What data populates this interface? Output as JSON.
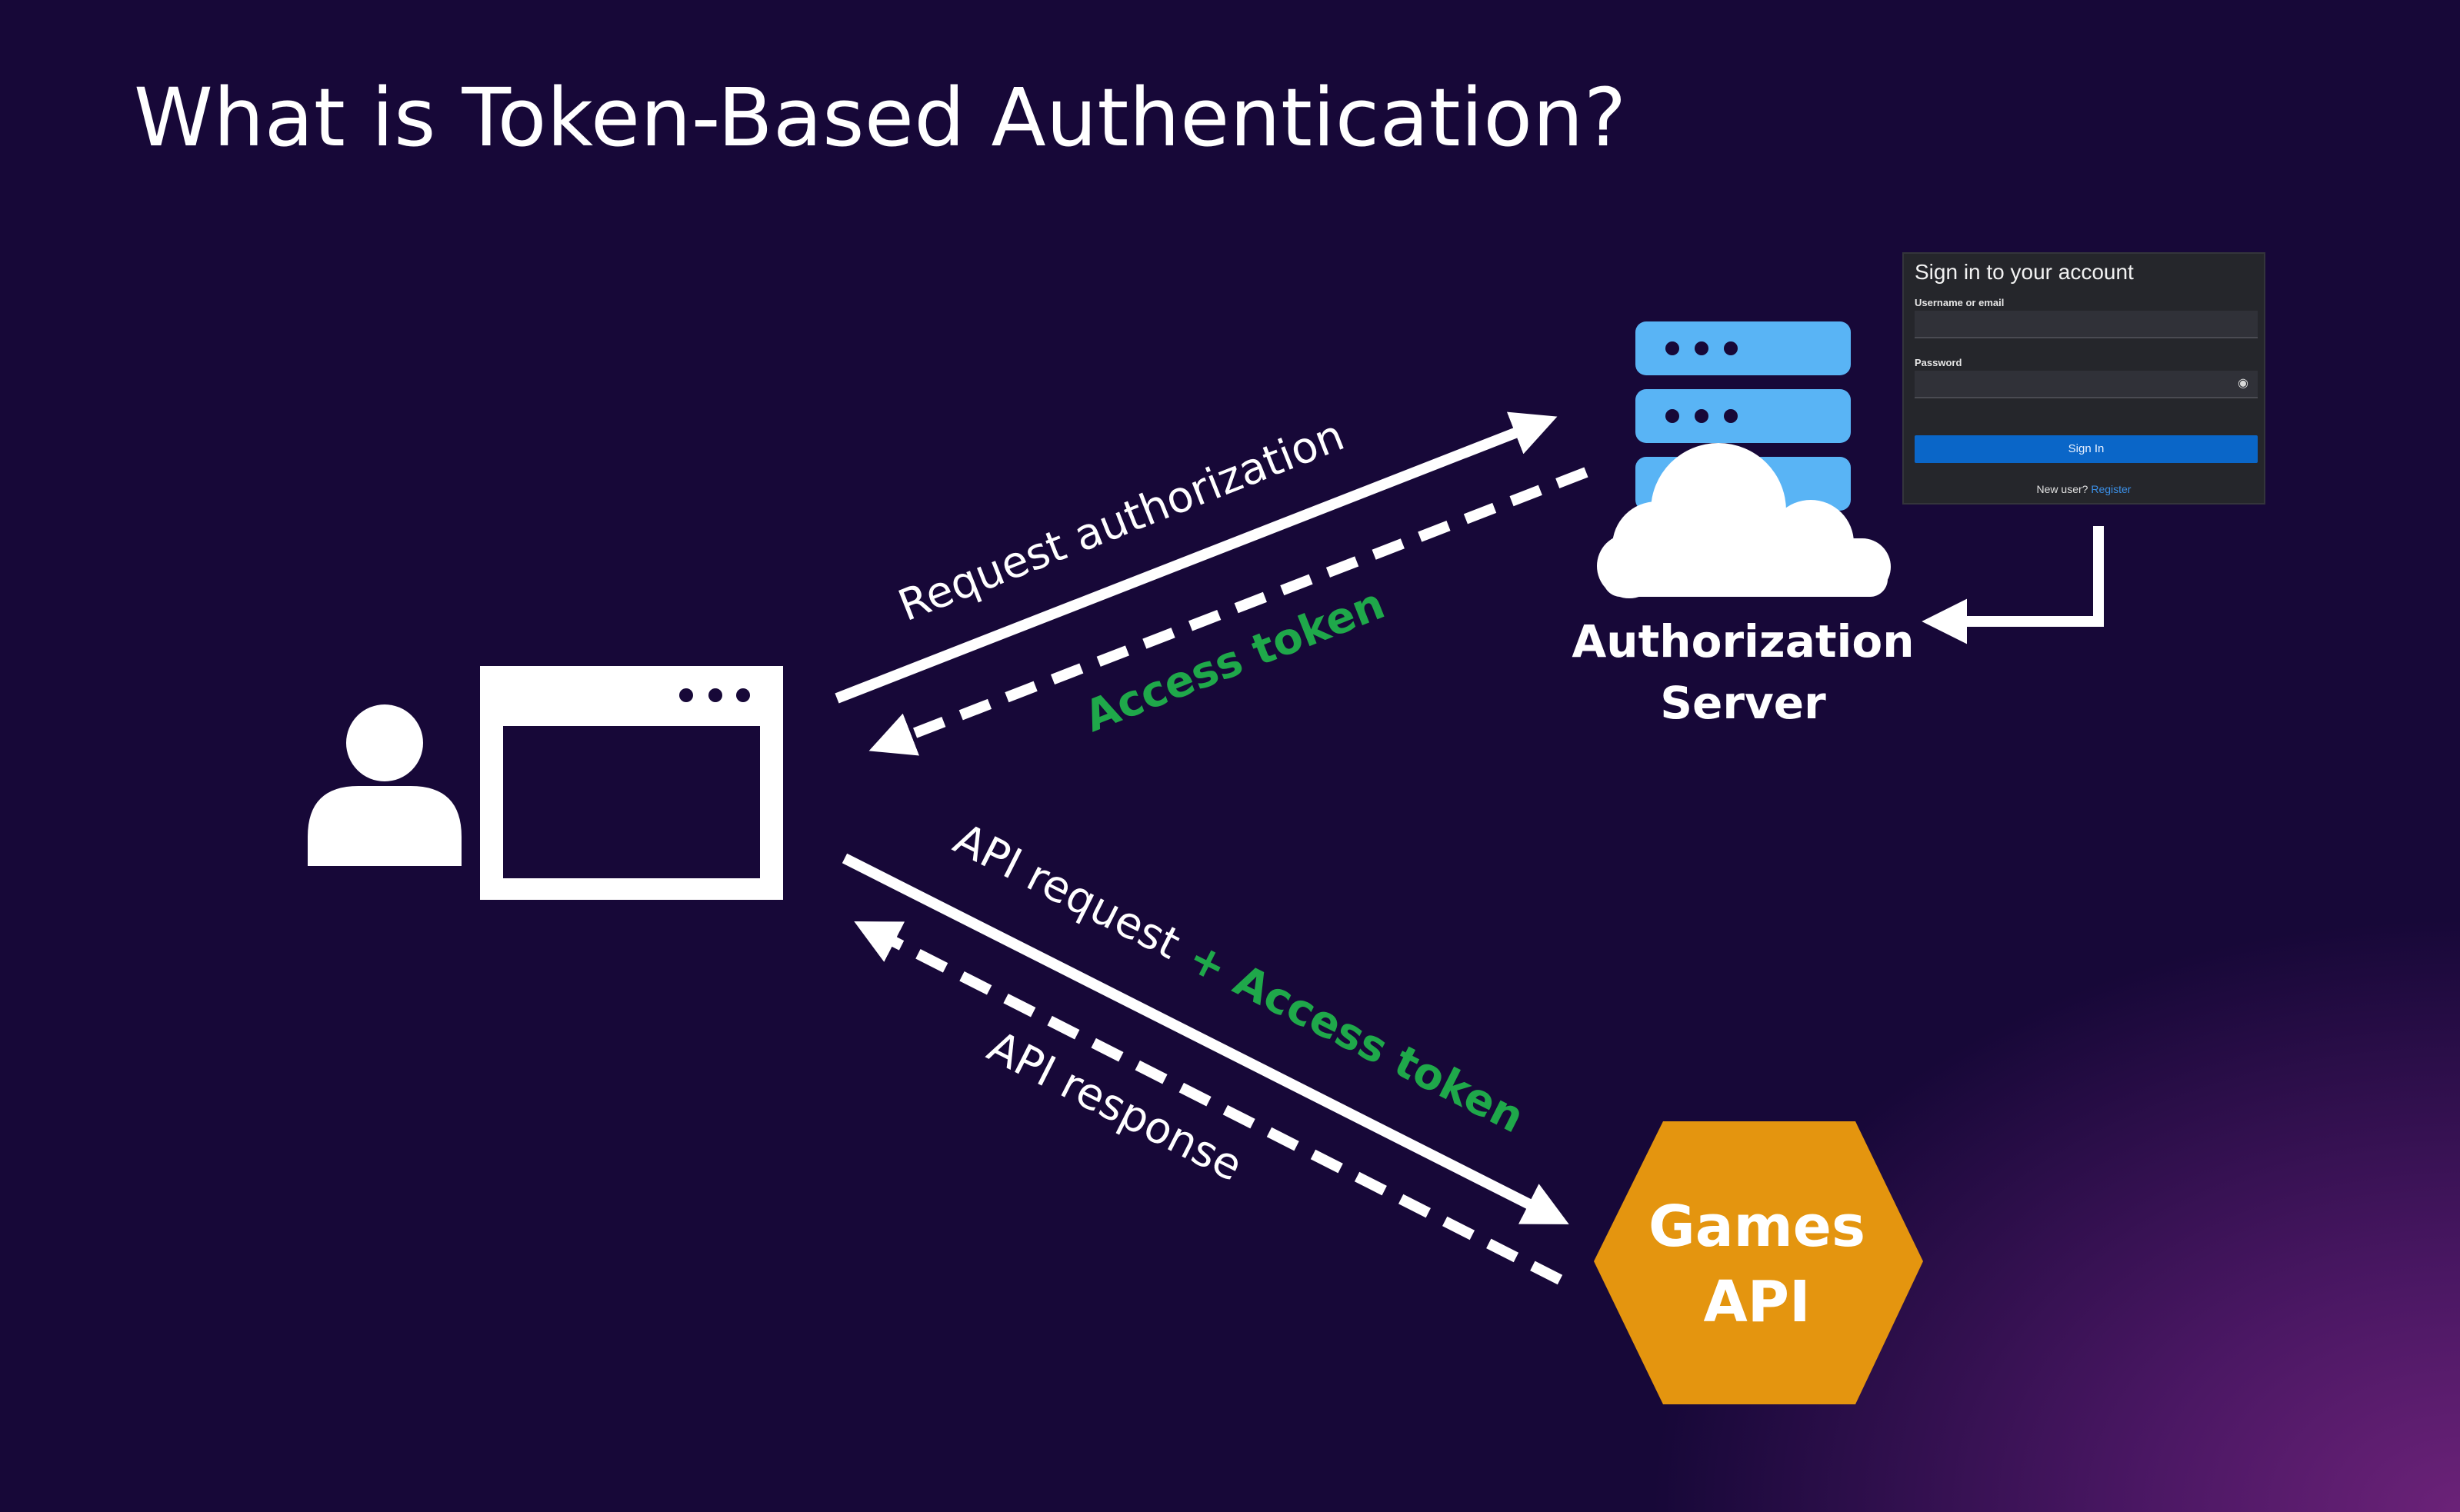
{
  "title": "What is Token-Based Authentication?",
  "labels": {
    "request_authorization": "Request authorization",
    "access_token_return": "Access token",
    "api_request": "API request",
    "api_request_plus_token": "+ Access token",
    "api_response": "API response"
  },
  "authorization_server": {
    "line1": "Authorization",
    "line2": "Server"
  },
  "games_api": {
    "line1": "Games",
    "line2": "API"
  },
  "signin_dialog": {
    "title": "Sign in to your account",
    "username_label": "Username or email",
    "password_label": "Password",
    "button_label": "Sign In",
    "new_user_text": "New user?",
    "register_link": "Register"
  },
  "colors": {
    "background": "#170838",
    "accent_green": "#1fa84a",
    "games_api_hex": "#e4950f",
    "server_blue": "#59b4f5",
    "signin_button": "#0a66c8"
  },
  "icons": [
    "user-icon",
    "browser-window-icon",
    "server-icon",
    "cloud-icon",
    "hexagon-icon",
    "eye-icon"
  ]
}
